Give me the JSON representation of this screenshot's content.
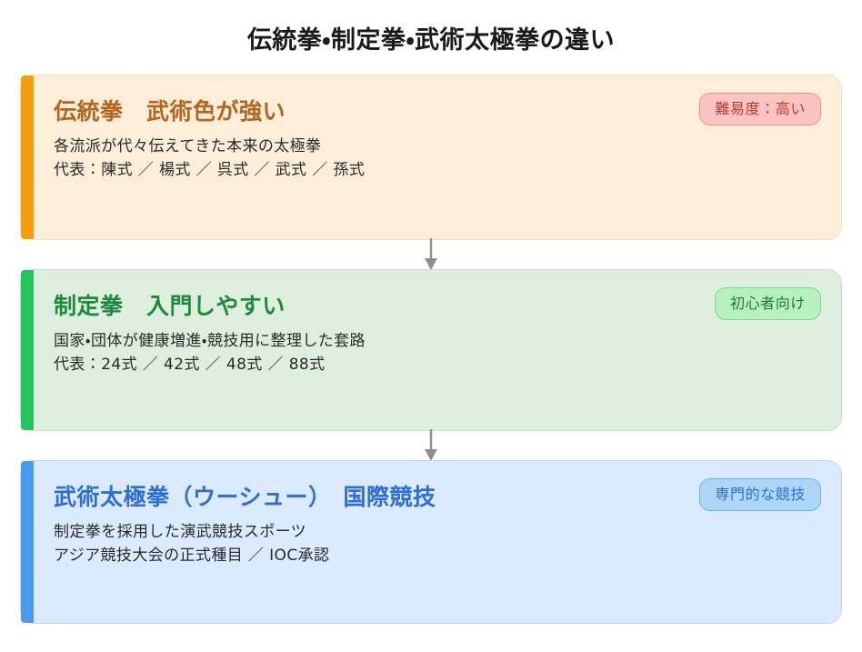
{
  "page": {
    "title": "伝統拳・制定拳・武術太極拳の違い"
  },
  "colors": {
    "background": "#ffffff",
    "title_text": "#1a1a1a",
    "arrow": "#8f8f8f",
    "card1_accent": "#f59e0b",
    "card1_bg": "#fdeed9",
    "card1_heading": "#b5651d",
    "card1_badge_bg": "#fbc4c4",
    "card1_badge_border": "#f28d8d",
    "card1_badge_text": "#c0392b",
    "card2_accent": "#22c55e",
    "card2_bg": "#deefdd",
    "card2_heading": "#1f8a3f",
    "card2_badge_bg": "#b8f0c2",
    "card2_badge_border": "#79d98c",
    "card2_badge_text": "#1f7a39",
    "card3_accent": "#4a9aee",
    "card3_bg": "#dbeafe",
    "card3_heading": "#2d6fd6",
    "card3_badge_bg": "#aed6f7",
    "card3_badge_border": "#6eb2ea",
    "card3_badge_text": "#2d6fd6"
  },
  "cards": [
    {
      "id": "dentoken",
      "heading": "伝統拳　武術色が強い",
      "badge": "難易度：高い",
      "lines": [
        "各流派が代々伝えてきた本来の太極拳",
        "代表：陳式 ／ 楊式 ／ 呉式 ／ 武式 ／ 孫式"
      ]
    },
    {
      "id": "seiteiken",
      "heading": "制定拳　入門しやすい",
      "badge": "初心者向け",
      "lines": [
        "国家・団体が健康増進・競技用に整理した套路",
        "代表：24式 ／ 42式 ／ 48式 ／ 88式"
      ]
    },
    {
      "id": "bujutsu-taikyokuken",
      "heading": "武術太極拳（ウーシュー）　国際競技",
      "badge": "専門的な競技",
      "lines": [
        "制定拳を採用した演武競技スポーツ",
        "アジア競技大会の正式種目 ／ IOC承認"
      ]
    }
  ],
  "arrows": [
    {
      "name": "arrow-card1-to-card2",
      "direction": "down"
    },
    {
      "name": "arrow-card2-to-card3",
      "direction": "down"
    }
  ]
}
